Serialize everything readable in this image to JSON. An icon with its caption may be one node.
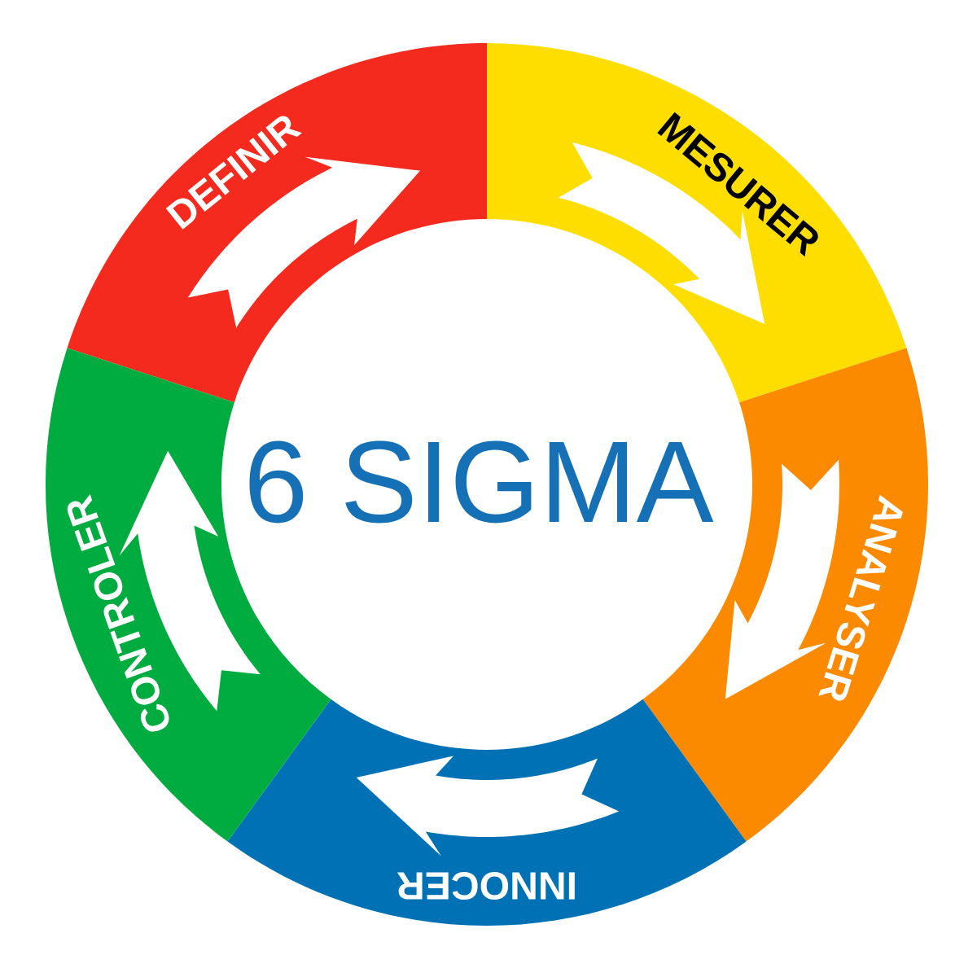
{
  "diagram": {
    "title": "6 SIGMA",
    "nodes": [
      {
        "text": [
          "DEFINIR"
        ]
      },
      {
        "text": [],
        "shape": "arrow",
        "in": 0
      },
      {
        "text": [
          "MESURER"
        ]
      },
      {
        "text": [],
        "shape": "arrow",
        "in": 2
      },
      {
        "text": [
          "ANALYSER"
        ]
      },
      {
        "text": [],
        "shape": "arrow",
        "in": 4
      },
      {
        "text": [
          "INNOCER"
        ]
      },
      {
        "text": [],
        "shape": "arrow",
        "in": 6
      },
      {
        "text": [
          "CONTROLER"
        ]
      },
      {
        "text": [],
        "shape": "arrow",
        "in": 8
      }
    ]
  }
}
